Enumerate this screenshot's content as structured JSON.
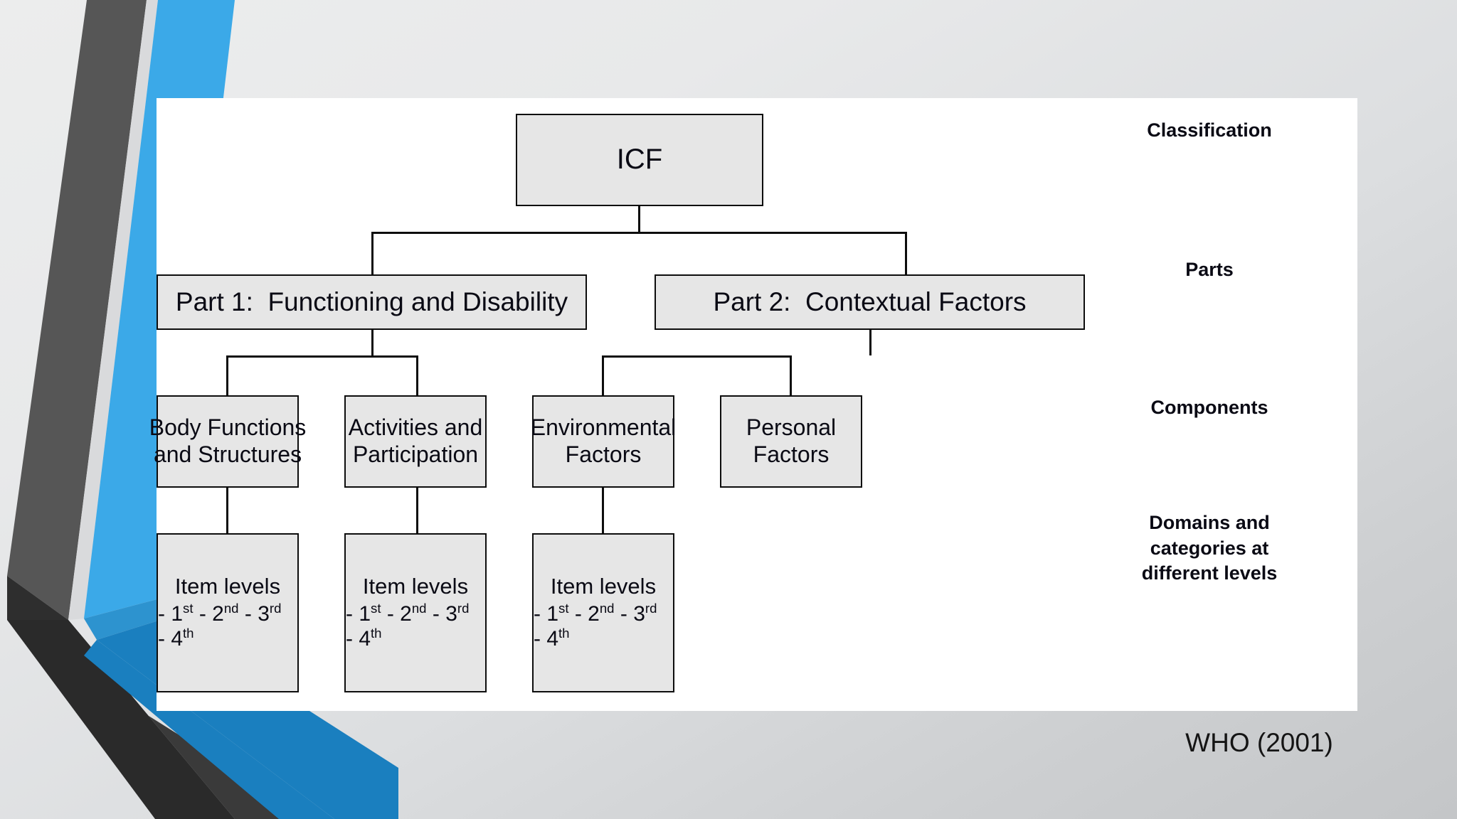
{
  "slide": {
    "background_color": "#e0e1e3",
    "panel_color": "#ffffff",
    "accent_blue_light": "#3ba9e8",
    "accent_blue_dark": "#1a7fbf",
    "accent_gray_dark": "#565656",
    "accent_gray_darker": "#333333",
    "box_fill": "#e6e6e6",
    "box_border": "#0d0d0d"
  },
  "credit": "WHO (2001)",
  "diagram": {
    "root": {
      "label": "ICF"
    },
    "parts": [
      {
        "label": "Part 1:  Functioning and Disability"
      },
      {
        "label": "Part 2:  Contextual Factors"
      }
    ],
    "components": [
      {
        "line1": "Body Functions",
        "line2": "and Structures"
      },
      {
        "line1": "Activities and",
        "line2": "Participation"
      },
      {
        "line1": "Environmental",
        "line2": "Factors"
      },
      {
        "line1": "Personal",
        "line2": "Factors"
      }
    ],
    "item_levels": {
      "title": "Item levels",
      "levels": [
        {
          "dash": "- 1",
          "ordinal": "st"
        },
        {
          "dash": "- 2",
          "ordinal": "nd"
        },
        {
          "dash": "- 3",
          "ordinal": "rd"
        },
        {
          "dash": "- 4",
          "ordinal": "th"
        }
      ]
    },
    "item_level_boxes": [
      {
        "title": "Item levels"
      },
      {
        "title": "Item levels"
      },
      {
        "title": "Item levels"
      }
    ],
    "row_labels": {
      "classification": "Classification",
      "parts": "Parts",
      "components": "Components",
      "domains_line1": "Domains and",
      "domains_line2": "categories at",
      "domains_line3": "different levels"
    }
  }
}
